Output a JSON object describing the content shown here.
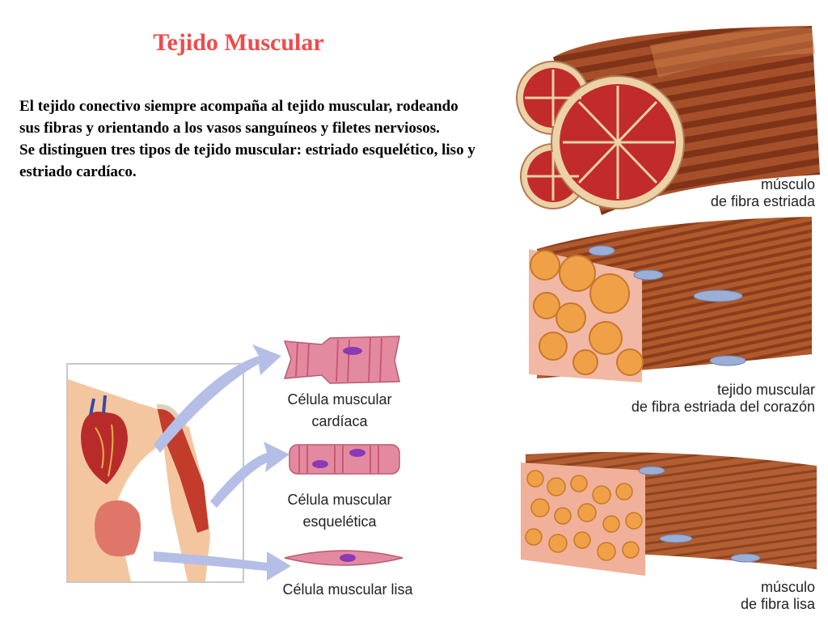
{
  "title": "Tejido Muscular",
  "paragraphs": [
    "El tejido conectivo siempre acompaña al tejido muscular, rodeando sus fibras y orientando a los vasos sanguíneos y filetes nerviosos.",
    "Se distinguen tres tipos de tejido muscular: estriado esquelético, liso y estriado cardíaco."
  ],
  "muscle_labels": {
    "striated": [
      "músculo",
      "de fibra estriada"
    ],
    "cardiac": [
      "tejido muscular",
      "de fibra estriada del corazón"
    ],
    "smooth": [
      "músculo",
      "de fibra lisa"
    ]
  },
  "cell_labels": {
    "cardiac": [
      "Célula muscular",
      "cardíaca"
    ],
    "skeletal": [
      "Célula muscular",
      "esquelética"
    ],
    "smooth": [
      "Célula muscular lisa"
    ]
  },
  "colors": {
    "title": "#ee4b4b",
    "muscle_brown": "#a24a24",
    "muscle_red": "#c0282a",
    "fat_orange": "#f0a046",
    "cell_pink": "#e48aa0",
    "nucleus_purple": "#8a3ab6",
    "arrow_blue": "#b4bee6",
    "skin": "#f4c6a0"
  }
}
